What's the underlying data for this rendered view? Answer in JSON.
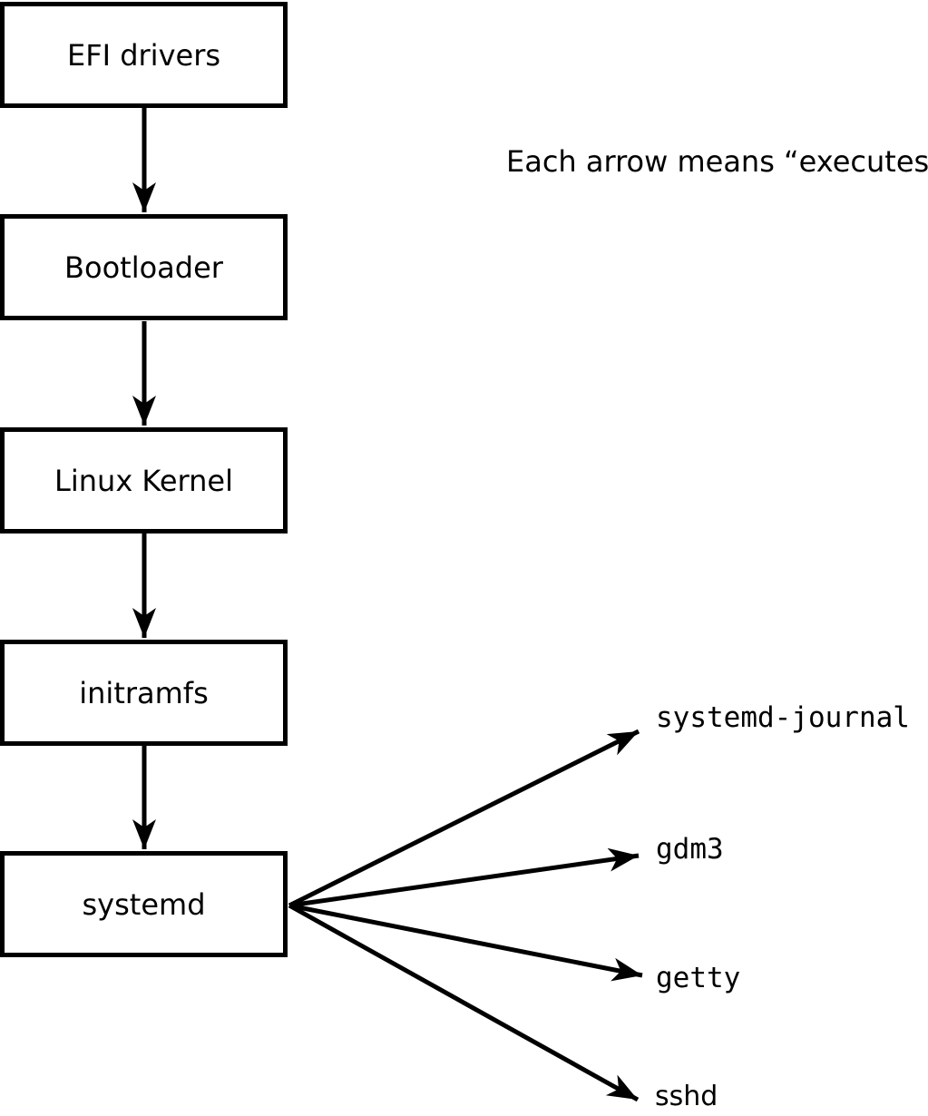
{
  "note": {
    "text": "Each arrow means “executes”."
  },
  "boot_chain": {
    "boxes": [
      {
        "label": "EFI drivers"
      },
      {
        "label": "Bootloader"
      },
      {
        "label": "Linux Kernel"
      },
      {
        "label": "initramfs"
      },
      {
        "label": "systemd"
      }
    ]
  },
  "spawned_processes": [
    {
      "label": "systemd-journal"
    },
    {
      "label": "gdm3"
    },
    {
      "label": "getty"
    },
    {
      "label": "sshd"
    }
  ],
  "colors": {
    "stroke": "#000000",
    "background": "#ffffff"
  }
}
